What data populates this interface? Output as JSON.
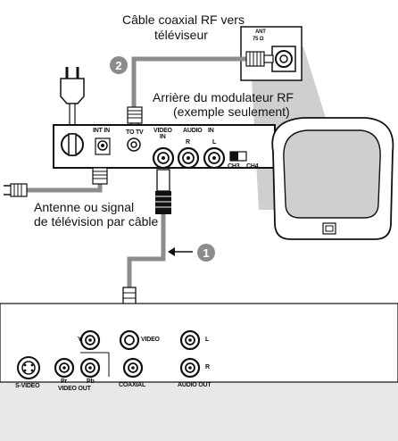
{
  "labels": {
    "rf_cable_line1": "Câble coaxial RF vers",
    "rf_cable_line2": "téléviseur",
    "modulator_line1": "Arrière du modulateur RF",
    "modulator_line2": "(exemple seulement)",
    "antenna_line1": "Antenne ou signal",
    "antenna_line2": "de télévision par câble"
  },
  "steps": {
    "step1": "1",
    "step2": "2"
  },
  "modulator": {
    "int_in": "INT IN",
    "to_tv": "TO TV",
    "video": "VIDEO",
    "video_in": "IN",
    "audio": "AUDIO",
    "audio_in": "IN",
    "audio_r": "R",
    "audio_l": "L",
    "ch3": "CH3",
    "ch4": "CH4"
  },
  "tv_input": {
    "ant": "ANT",
    "ohm": "75 Ω"
  },
  "player": {
    "y": "Y",
    "video": "VIDEO",
    "l": "L",
    "r": "R",
    "pr": "Pr",
    "pb": "Pb",
    "svideo": "S-VIDEO",
    "video_out": "VIDEO  OUT",
    "coaxial": "COAXIAL",
    "audio_out": "AUDIO OUT"
  },
  "colors": {
    "background": "#e8e8e8",
    "panel": "#ffffff",
    "line": "#111111",
    "cable_gray": "#8c8c8c",
    "tv_beam": "#c8c8c8"
  }
}
